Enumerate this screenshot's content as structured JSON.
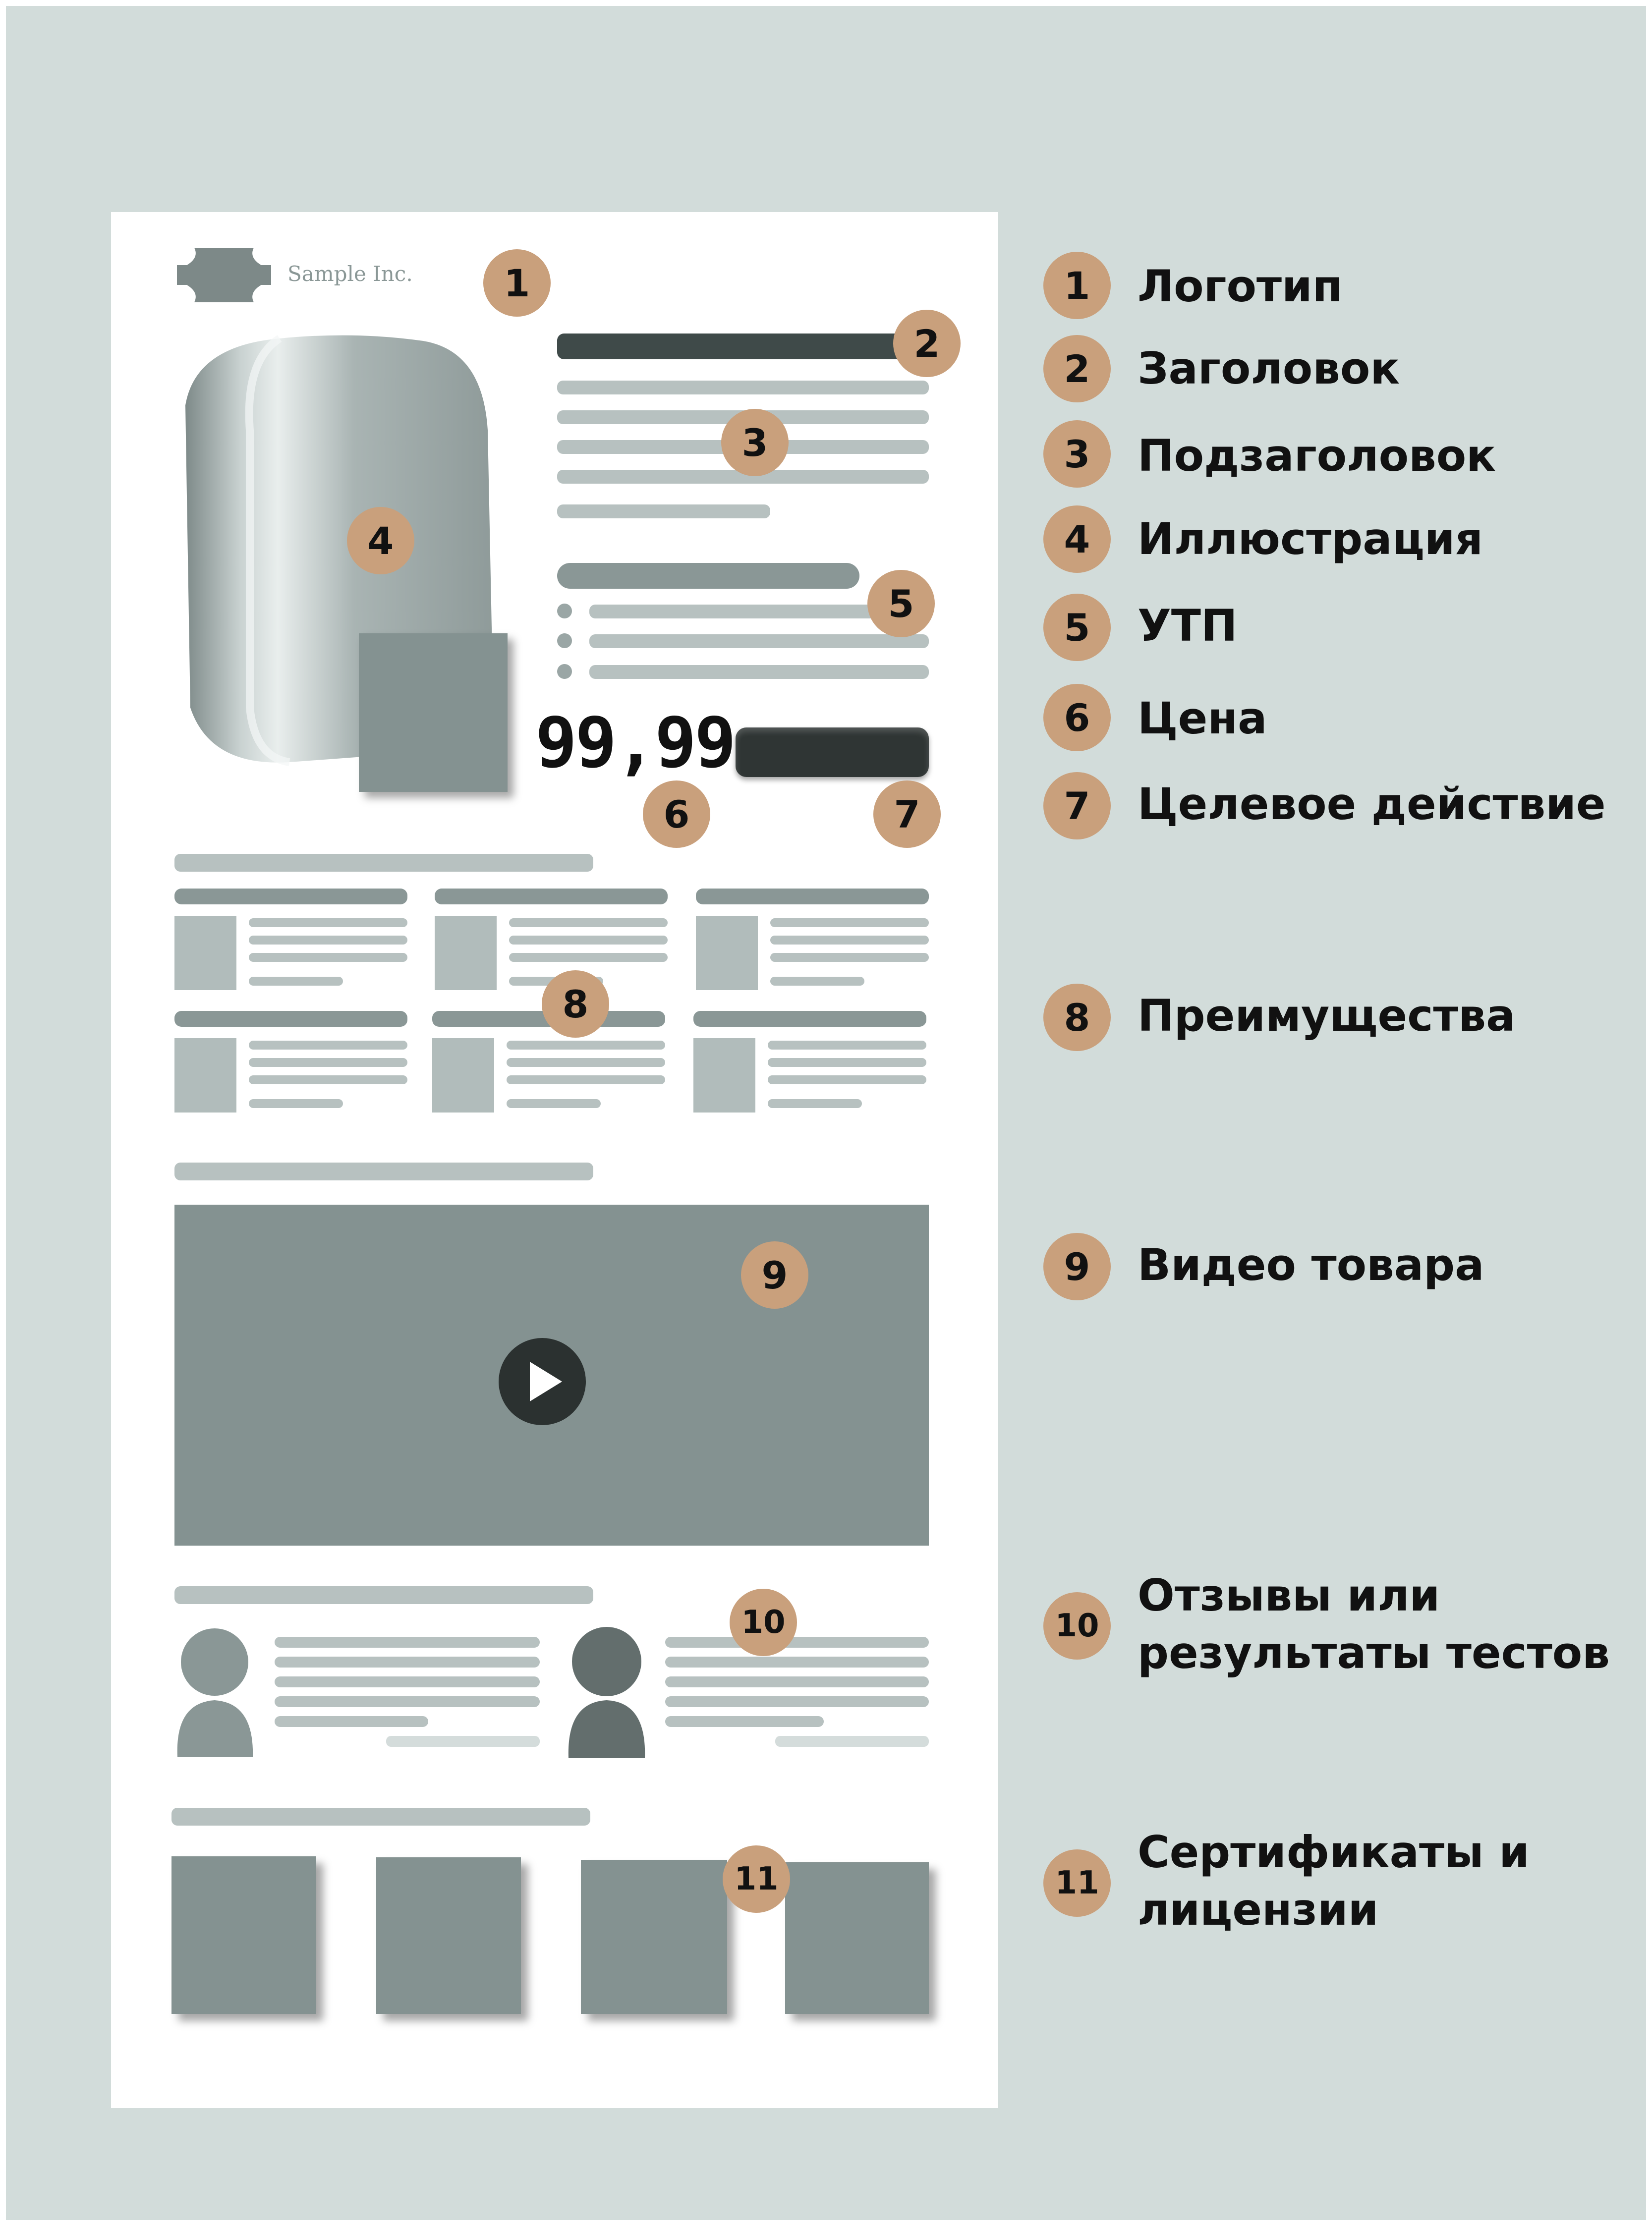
{
  "wireframe": {
    "logo_text": "Sample Inc.",
    "price": "99,99"
  },
  "markers": [
    "1",
    "2",
    "3",
    "4",
    "5",
    "6",
    "7",
    "8",
    "9",
    "10",
    "11"
  ],
  "legend": [
    {
      "number": "1",
      "label": "Логотип"
    },
    {
      "number": "2",
      "label": "Заголовок"
    },
    {
      "number": "3",
      "label": "Подзаголовок"
    },
    {
      "number": "4",
      "label": "Иллюстрация"
    },
    {
      "number": "5",
      "label": "УТП"
    },
    {
      "number": "6",
      "label": "Цена"
    },
    {
      "number": "7",
      "label": "Целевое действие"
    },
    {
      "number": "8",
      "label": "Преимущества"
    },
    {
      "number": "9",
      "label": "Видео товара"
    },
    {
      "number": "10",
      "label": "Отзывы или\nрезультаты тестов"
    },
    {
      "number": "11",
      "label": "Сертификаты и\nлицензии"
    }
  ],
  "colors": {
    "background": "#d2dcda",
    "badge": "#c9a07c",
    "dark_bar": "#3f4a49",
    "block_grey": "#849291"
  }
}
